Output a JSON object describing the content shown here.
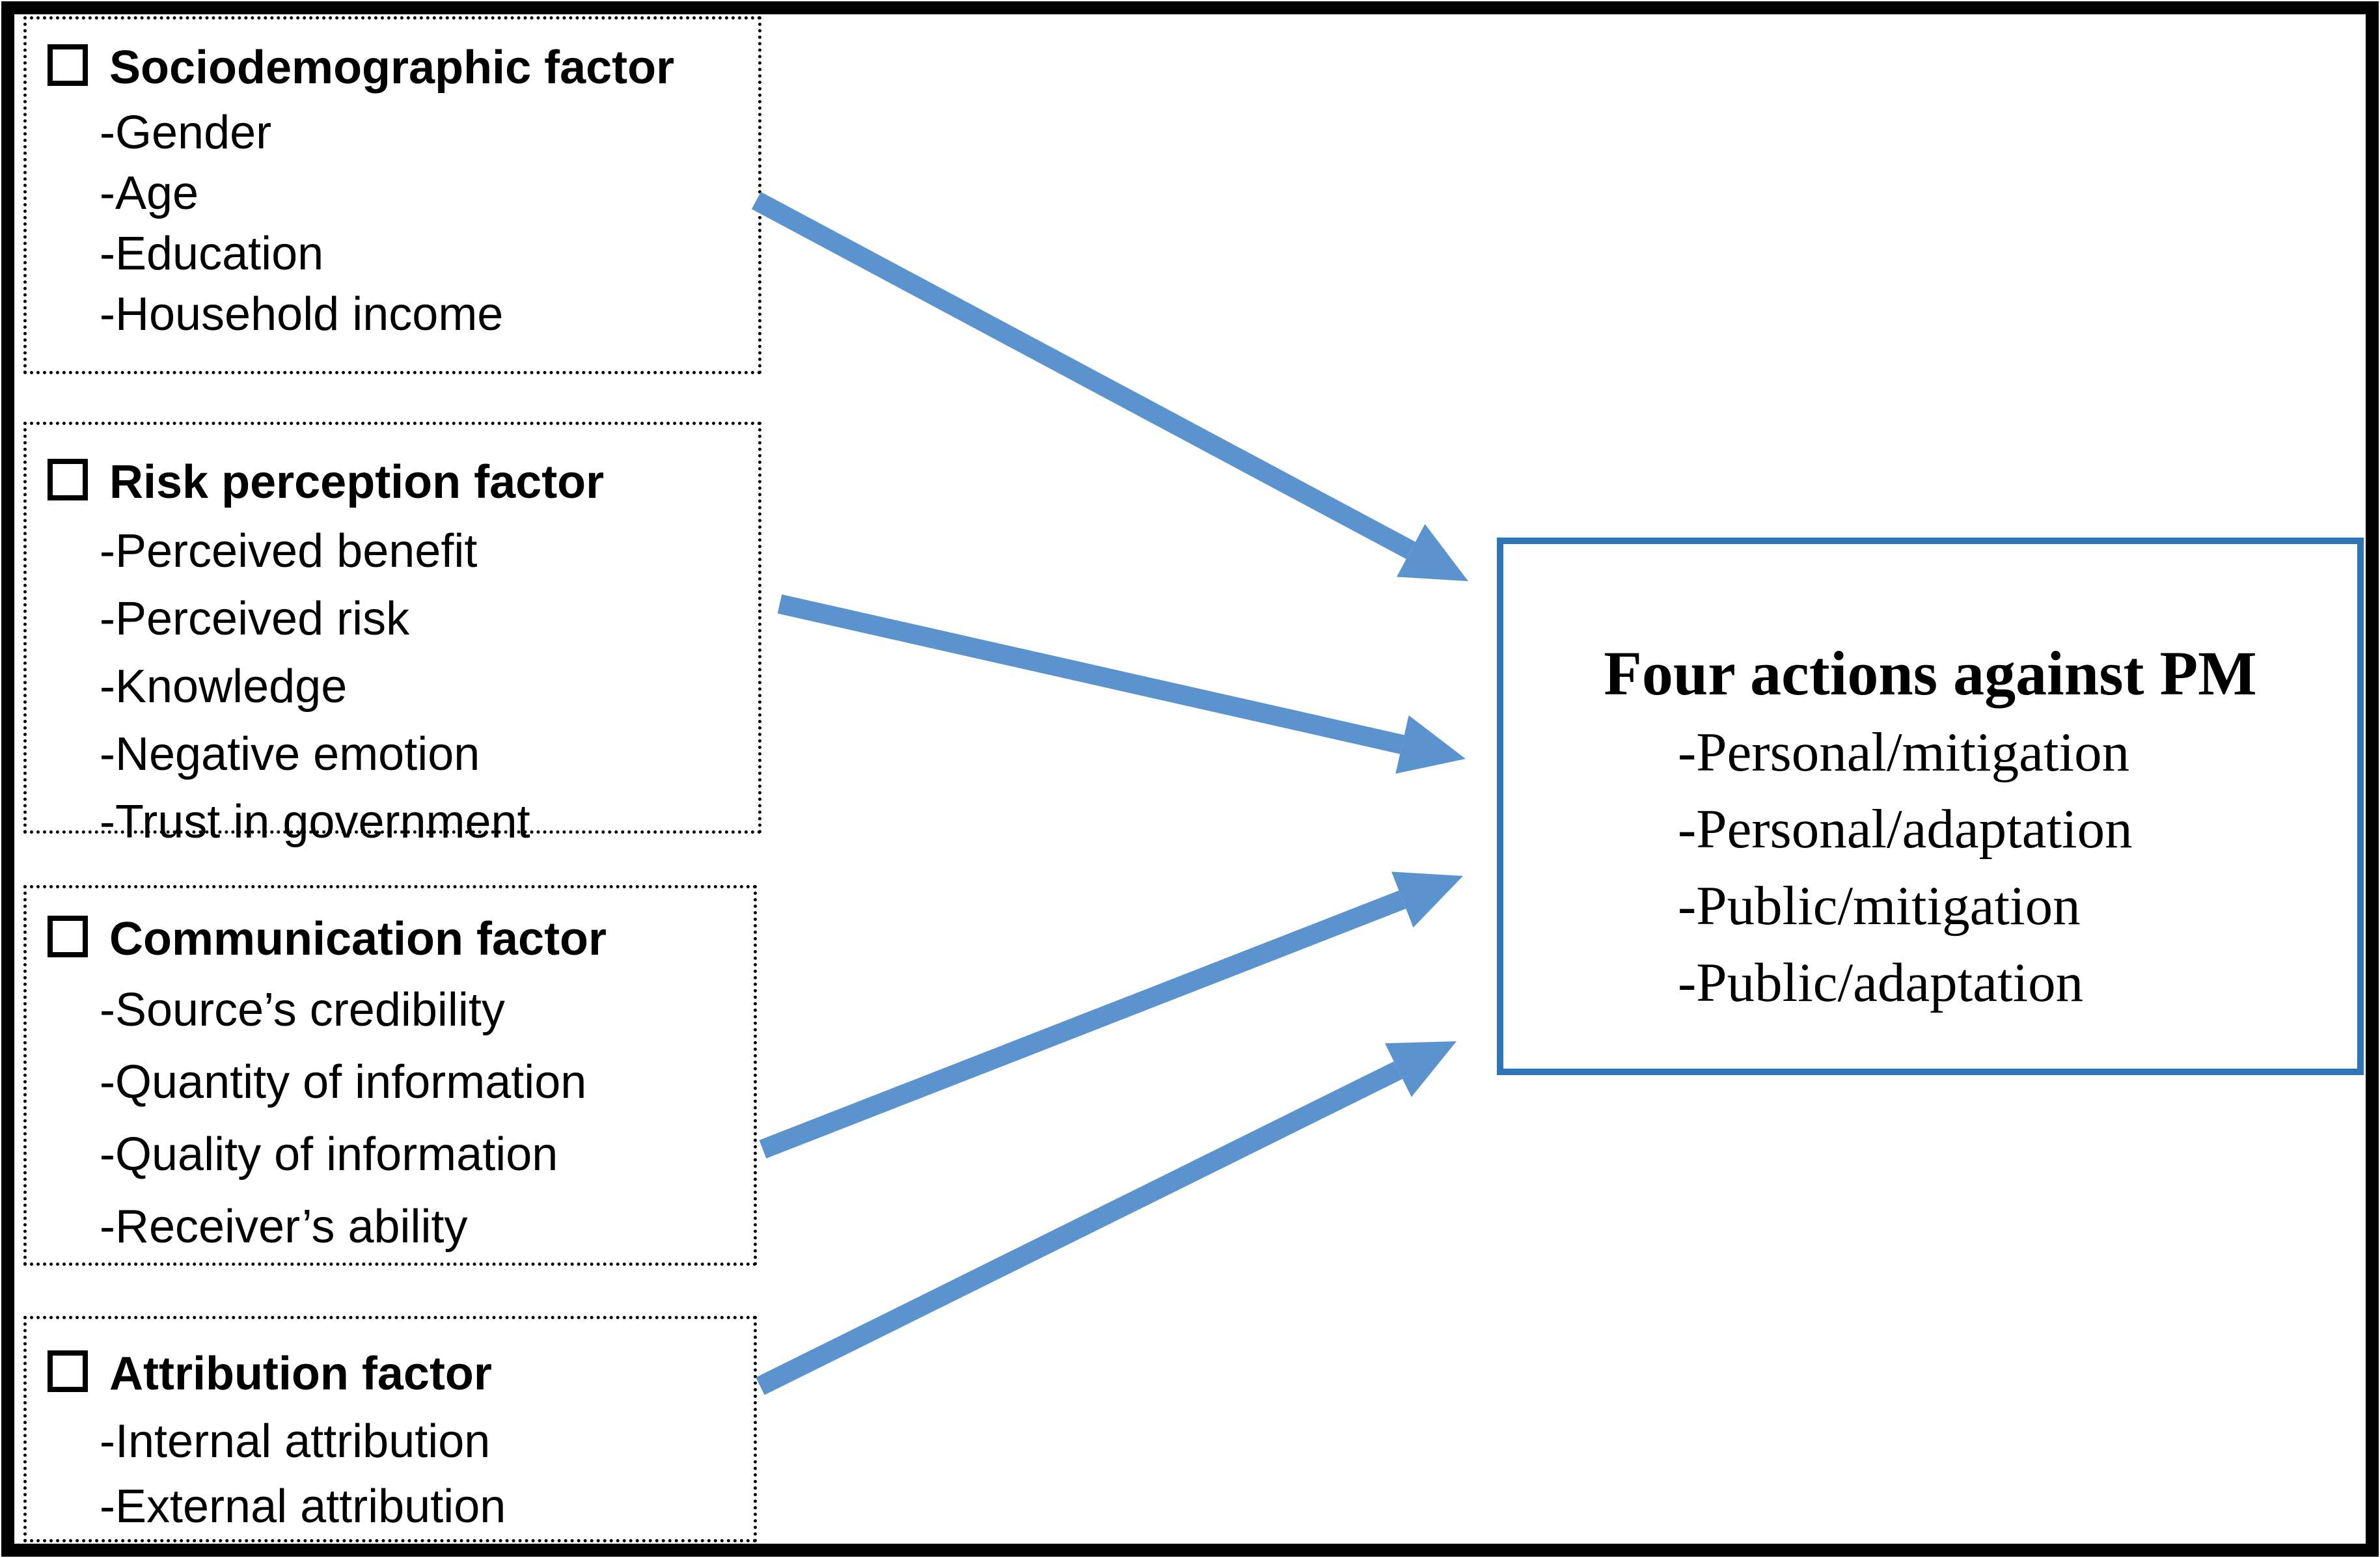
{
  "figure": {
    "title": "Conceptual framework: factors influencing four actions against PM",
    "factor_boxes": [
      {
        "id": "sociodemographic",
        "bullet_icon": "empty-checkbox",
        "title": "Sociodemographic factor",
        "items": [
          "-Gender",
          "-Age",
          "-Education",
          "-Household income"
        ]
      },
      {
        "id": "risk_perception",
        "bullet_icon": "empty-checkbox",
        "title": "Risk perception factor",
        "items": [
          "-Perceived benefit",
          "-Perceived risk",
          "-Knowledge",
          "-Negative emotion",
          "-Trust in government"
        ]
      },
      {
        "id": "communication",
        "bullet_icon": "empty-checkbox",
        "title": "Communication factor",
        "items": [
          "-Source’s credibility",
          "-Quantity of information",
          "-Quality of information",
          "-Receiver’s ability"
        ]
      },
      {
        "id": "attribution",
        "bullet_icon": "empty-checkbox",
        "title": "Attribution factor",
        "items": [
          "-Internal attribution",
          "-External attribution"
        ]
      }
    ],
    "outcome_box": {
      "id": "actions",
      "title": "Four actions against PM",
      "items": [
        "-Personal/mitigation",
        "-Personal/adaptation",
        "-Public/mitigation",
        "-Public/adaptation"
      ]
    },
    "connections": [
      {
        "from": "sociodemographic",
        "to": "actions"
      },
      {
        "from": "risk_perception",
        "to": "actions"
      },
      {
        "from": "communication",
        "to": "actions"
      },
      {
        "from": "attribution",
        "to": "actions"
      }
    ],
    "colors": {
      "arrow": "#5b93cf",
      "outcome_border": "#2e75b6",
      "factor_border": "#000000",
      "frame_border": "#000000",
      "text": "#000000"
    }
  }
}
